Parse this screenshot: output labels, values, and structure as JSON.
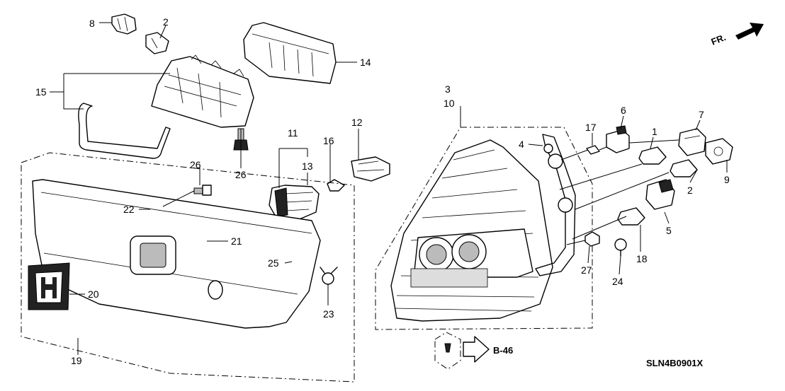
{
  "diagram": {
    "callouts": [
      {
        "id": "c8",
        "text": "8"
      },
      {
        "id": "c2a",
        "text": "2"
      },
      {
        "id": "c14",
        "text": "14"
      },
      {
        "id": "c15",
        "text": "15"
      },
      {
        "id": "c26a",
        "text": "26"
      },
      {
        "id": "c11",
        "text": "11"
      },
      {
        "id": "c13",
        "text": "13"
      },
      {
        "id": "c16",
        "text": "16"
      },
      {
        "id": "c12",
        "text": "12"
      },
      {
        "id": "c26b",
        "text": "26"
      },
      {
        "id": "c22",
        "text": "22"
      },
      {
        "id": "c21",
        "text": "21"
      },
      {
        "id": "c25",
        "text": "25"
      },
      {
        "id": "c20",
        "text": "20"
      },
      {
        "id": "c23",
        "text": "23"
      },
      {
        "id": "c19",
        "text": "19"
      },
      {
        "id": "c3",
        "text": "3"
      },
      {
        "id": "c10",
        "text": "10"
      },
      {
        "id": "c4",
        "text": "4"
      },
      {
        "id": "c17",
        "text": "17"
      },
      {
        "id": "c6",
        "text": "6"
      },
      {
        "id": "c1",
        "text": "1"
      },
      {
        "id": "c7",
        "text": "7"
      },
      {
        "id": "c9",
        "text": "9"
      },
      {
        "id": "c2b",
        "text": "2"
      },
      {
        "id": "c5",
        "text": "5"
      },
      {
        "id": "c18",
        "text": "18"
      },
      {
        "id": "c27",
        "text": "27"
      },
      {
        "id": "c24",
        "text": "24"
      }
    ],
    "direction_marker": "FR.",
    "reference_code": "B-46",
    "diagram_code": "SLN4B0901X"
  }
}
